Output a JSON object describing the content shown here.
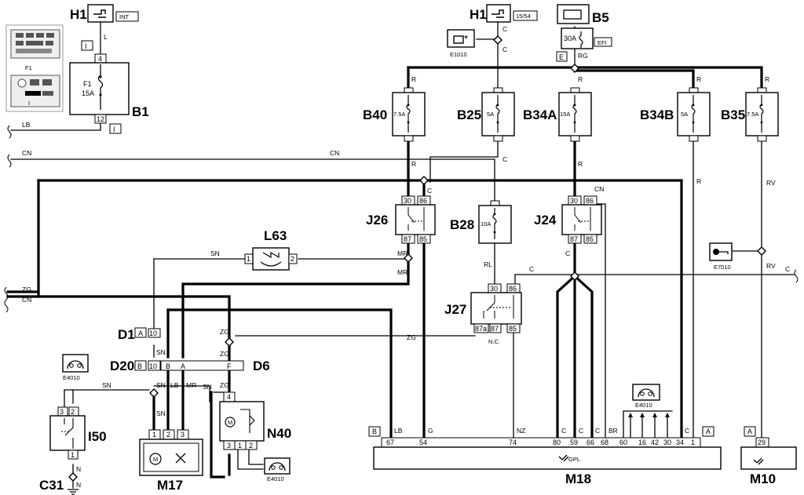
{
  "components": {
    "H1_int": {
      "name": "H1",
      "tag": "INT"
    },
    "H1_1554": {
      "name": "H1",
      "tag": "15/54"
    },
    "B5": {
      "name": "B5",
      "rating": "30A",
      "tag": "EFI"
    },
    "B1": {
      "name": "B1",
      "rating": "15A",
      "fuse": "F1",
      "pin_top": "4",
      "pin_bottom": "12"
    },
    "B40": {
      "name": "B40",
      "rating": "7.5A"
    },
    "B25": {
      "name": "B25",
      "rating": "5A"
    },
    "B34A": {
      "name": "B34A",
      "rating": "15A"
    },
    "B34B": {
      "name": "B34B",
      "rating": "5A"
    },
    "B35": {
      "name": "B35",
      "rating": "7.5A"
    },
    "B28": {
      "name": "B28",
      "rating": "10A"
    },
    "J26": {
      "name": "J26",
      "pins": [
        "30",
        "86",
        "87",
        "85"
      ]
    },
    "J24": {
      "name": "J24",
      "pins": [
        "30",
        "86",
        "87",
        "85"
      ]
    },
    "J27": {
      "name": "J27",
      "pins": [
        "30",
        "86",
        "87a",
        "87",
        "85"
      ],
      "note": "N.C."
    },
    "L63": {
      "name": "L63",
      "pins": [
        "1",
        "2"
      ]
    },
    "D1": {
      "name": "D1",
      "tag": "A",
      "pin": "10"
    },
    "D20": {
      "name": "D20",
      "tag": "B",
      "pin": "10"
    },
    "D6": {
      "name": "D6",
      "pins": [
        "B",
        "A",
        "F"
      ]
    },
    "I50": {
      "name": "I50",
      "pins": [
        "3",
        "2",
        "1"
      ]
    },
    "C31": {
      "name": "C31"
    },
    "M17": {
      "name": "M17",
      "pins": [
        "1",
        "2",
        "3"
      ]
    },
    "N40": {
      "name": "N40",
      "pins": [
        "4",
        "3",
        "1",
        "2"
      ]
    },
    "M18": {
      "name": "M18",
      "tag_left": "B",
      "tag_right": "A",
      "gpl": "GPL",
      "pins": [
        "67",
        "54",
        "74",
        "80",
        "59",
        "66",
        "68",
        "60",
        "16",
        "42",
        "30",
        "34",
        "1"
      ]
    },
    "M10": {
      "name": "M10",
      "tag": "A",
      "pin": "29"
    },
    "E1010": {
      "name": "E1010"
    },
    "E7010": {
      "name": "E7010"
    },
    "E4010": {
      "name": "E4010"
    }
  },
  "markers": {
    "I": "I",
    "E": "E"
  },
  "wires": {
    "L": "L",
    "LB": "LB",
    "CN": "CN",
    "ZG": "ZG",
    "SN": "SN",
    "MR": "MR",
    "R": "R",
    "C": "C",
    "RG": "RG",
    "RV": "RV",
    "RL": "RL",
    "G": "G",
    "NZ": "NZ",
    "BR": "BR",
    "N": "N"
  }
}
